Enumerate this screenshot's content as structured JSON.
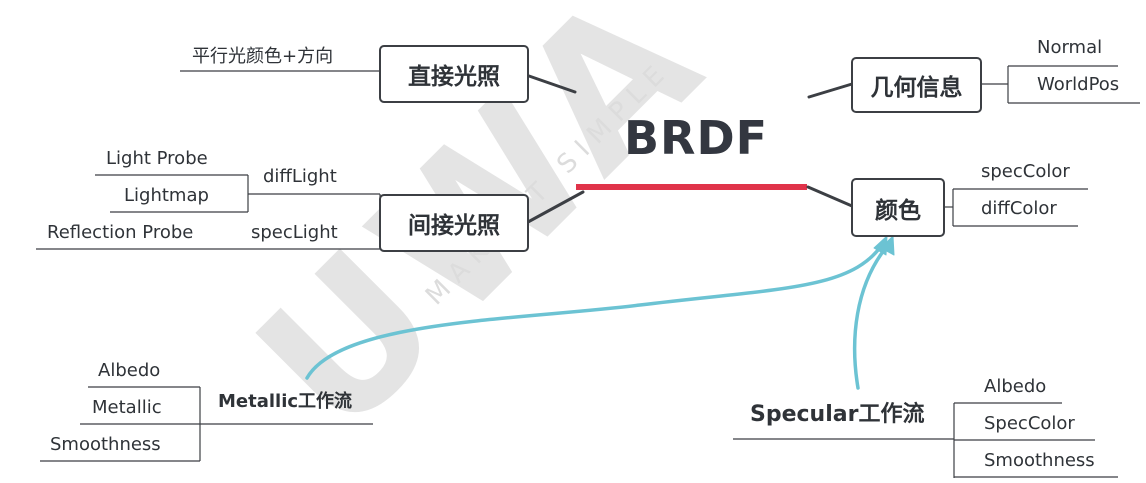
{
  "title": "BRDF",
  "watermark": {
    "logo": "UWA",
    "slogan": "MAKE IT SIMPLE"
  },
  "branches": {
    "direct": {
      "label": "直接光照",
      "children": [
        "平行光颜色+方向"
      ]
    },
    "geometry": {
      "label": "几何信息",
      "children": [
        "Normal",
        "WorldPos"
      ]
    },
    "indirect": {
      "label": "间接光照",
      "diff": {
        "label": "diffLight",
        "children": [
          "Light Probe",
          "Lightmap"
        ]
      },
      "spec": {
        "label": "specLight",
        "children": [
          "Reflection Probe"
        ]
      }
    },
    "color": {
      "label": "颜色",
      "children": [
        "specColor",
        "diffColor"
      ]
    }
  },
  "workflows": {
    "metallic": {
      "label": "Metallic工作流",
      "children": [
        "Albedo",
        "Metallic",
        "Smoothness"
      ]
    },
    "specular": {
      "label": "Specular工作流",
      "children": [
        "Albedo",
        "SpecColor",
        "Smoothness"
      ]
    }
  },
  "colors": {
    "text": "#2f3338",
    "line": "#3c3f44",
    "accent_bar": "#e0334a",
    "arrow": "#6cc3d3",
    "watermark": "#dedede"
  }
}
